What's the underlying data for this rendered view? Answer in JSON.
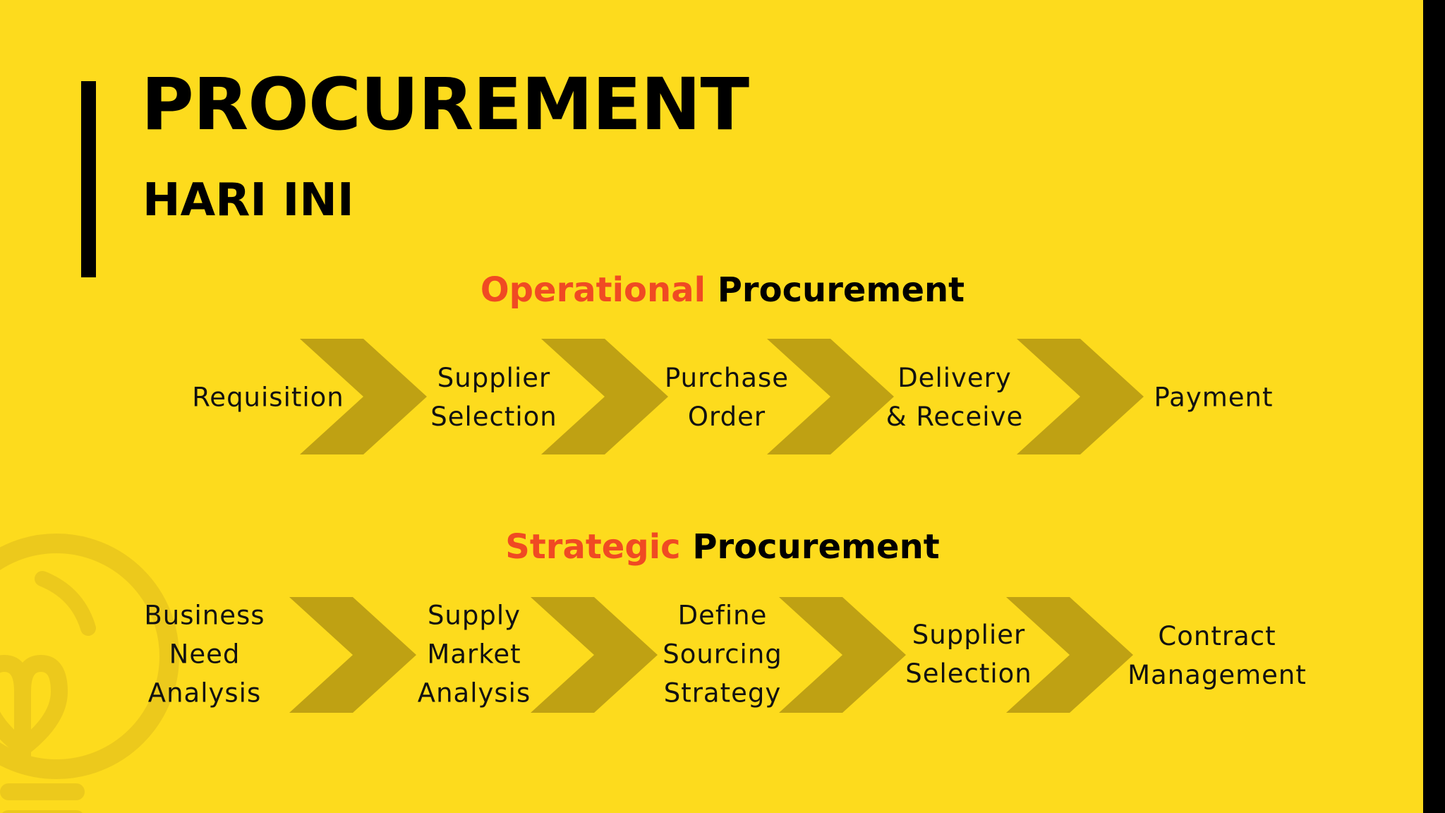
{
  "slide": {
    "title": "PROCUREMENT",
    "subtitle": "HARI INI",
    "colors": {
      "background": "#fddb1d",
      "accent_text": "#f04a23",
      "chevron": "#bfa113",
      "text": "#000000"
    },
    "decoration_icon": "lightbulb-icon"
  },
  "operational": {
    "heading_accent": "Operational",
    "heading_rest": "Procurement",
    "steps": [
      "Requisition",
      "Supplier\nSelection",
      "Purchase\nOrder",
      "Delivery\n& Receive",
      "Payment"
    ]
  },
  "strategic": {
    "heading_accent": "Strategic",
    "heading_rest": "Procurement",
    "steps": [
      "Business\nNeed\nAnalysis",
      "Supply\nMarket\nAnalysis",
      "Define\nSourcing\nStrategy",
      "Supplier\nSelection",
      "Contract\nManagement"
    ]
  }
}
